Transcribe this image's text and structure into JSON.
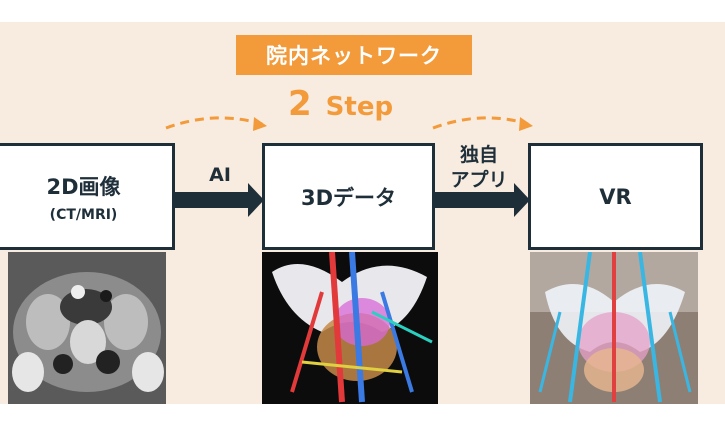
{
  "banner": {
    "label": "院内ネットワーク"
  },
  "step": {
    "number": "2",
    "word": "Step"
  },
  "boxes": [
    {
      "title": "2D画像",
      "subtitle": "(CT/MRI)"
    },
    {
      "title": "3Dデータ"
    },
    {
      "title": "VR"
    }
  ],
  "arrows": [
    {
      "label": "AI"
    },
    {
      "label_line1": "独自",
      "label_line2": "アプリ"
    }
  ],
  "colors": {
    "accent": "#f39a3a",
    "dark": "#1f2f3a",
    "background": "#f8ebdf"
  }
}
